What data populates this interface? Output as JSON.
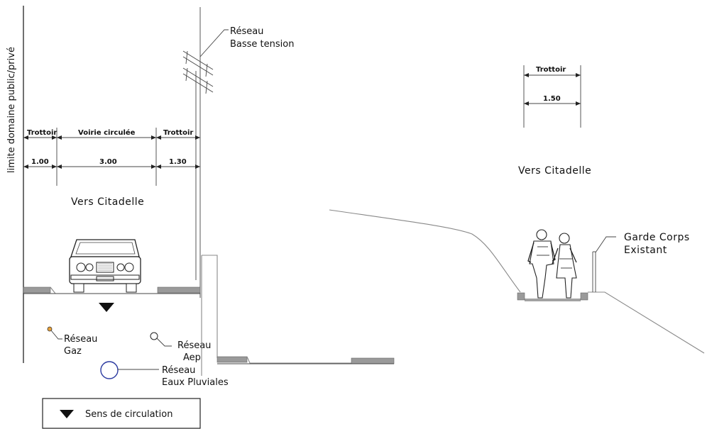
{
  "left_section": {
    "boundary_label": "limite domaine public/privé",
    "dims_top": [
      "Trottoir",
      "Voirie circulée",
      "Trottoir"
    ],
    "dims_bottom": [
      "1.00",
      "3.00",
      "1.30"
    ],
    "direction_label": "Vers Citadelle"
  },
  "right_section": {
    "dim_top": "Trottoir",
    "dim_bottom": "1.50",
    "direction_label": "Vers Citadelle",
    "railing_label": [
      "Garde Corps",
      "Existant"
    ]
  },
  "networks": {
    "low_voltage": [
      "Réseau",
      "Basse tension"
    ],
    "gas": [
      "Réseau",
      "Gaz"
    ],
    "water": [
      "Réseau",
      "Aep"
    ],
    "storm": [
      "Réseau",
      "Eaux Pluviales"
    ]
  },
  "legend": {
    "label": "Sens de circulation",
    "symbol": "triangle-down-icon"
  },
  "colors": {
    "gas": "#e8a13a",
    "storm": "#2b3aa0"
  }
}
